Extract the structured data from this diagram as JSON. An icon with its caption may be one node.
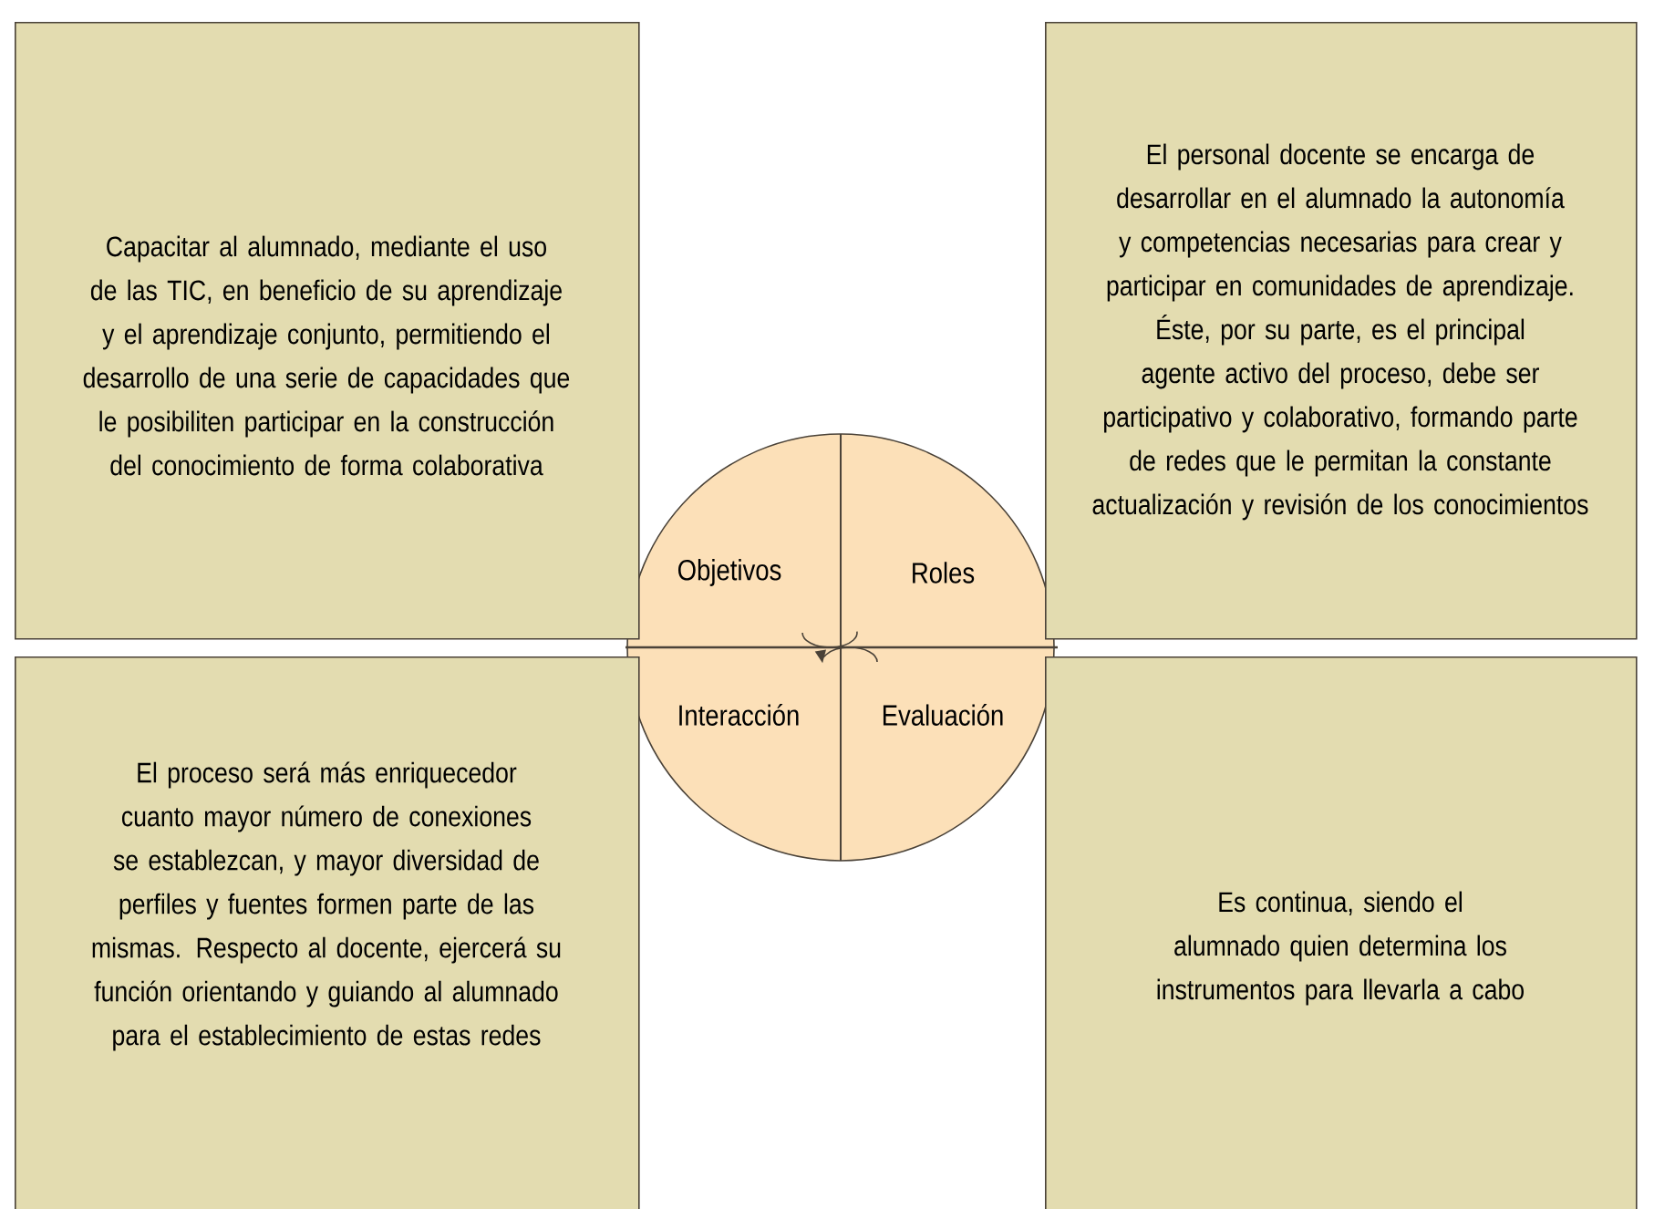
{
  "diagram": {
    "nodes": [
      {
        "text": [
          "Capacitar al alumnado, mediante el uso de las TIC, en beneficio de su aprendizaje y el aprendizaje conjunto, permitiendo el desarrollo de una serie de capacidades que le posibiliten participar en la construcción del conocimiento de forma colaborativa"
        ]
      },
      {
        "text": [
          "El personal docente se encarga de desarrollar en el alumnado la autonomía y competencias necesarias para crear y participar en comunidades de aprendizaje. Éste, por su parte, es el principal agente activo del proceso, debe ser participativo y colaborativo, formando parte de redes que le permitan la constante actualización y revisión de los conocimientos"
        ]
      },
      {
        "text": [
          "El proceso será más enriquecedor cuanto mayor número de conexiones se establezcan, y mayor diversidad de perfiles y fuentes formen parte de las mismas. Respecto al docente, ejercerá su función orientando y guiando al alumnado para el establecimiento de estas redes"
        ]
      },
      {
        "text": [
          "Es continua, siendo el alumnado quien determina los instrumentos para llevarla a cabo"
        ]
      }
    ],
    "labels": [
      "Objetivos",
      "Roles",
      "Interacción",
      "Evaluación"
    ]
  }
}
